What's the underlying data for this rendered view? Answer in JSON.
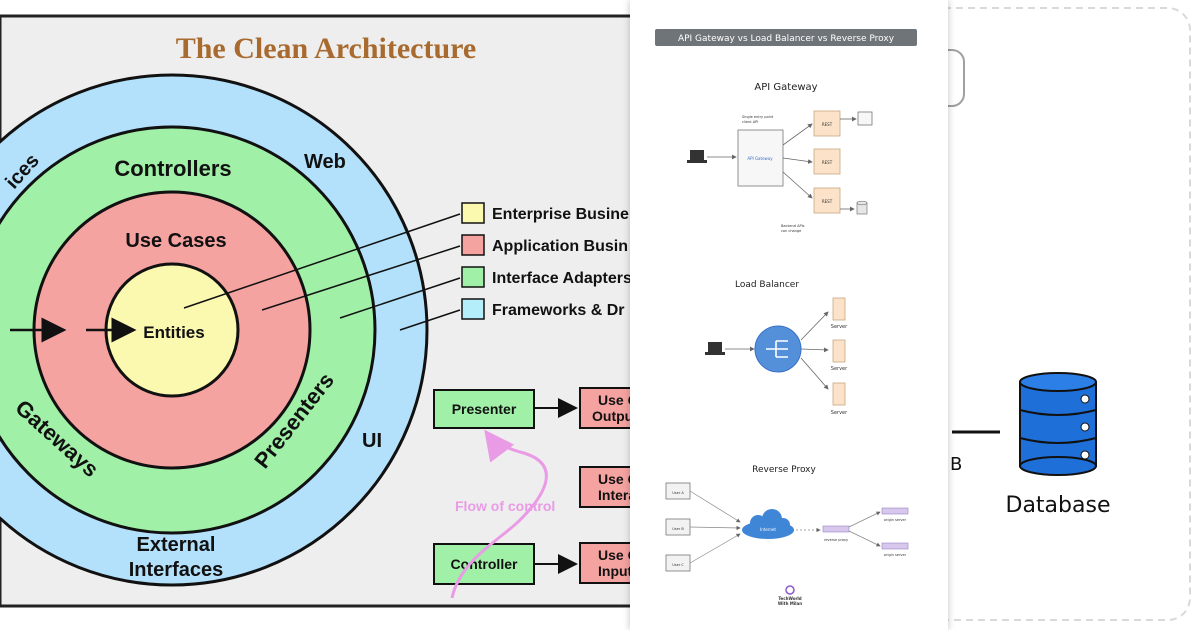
{
  "clean_architecture": {
    "title": "The Clean Architecture",
    "rings": {
      "outer_top_left": "ices",
      "web": "Web",
      "ui": "UI",
      "controllers": "Controllers",
      "gateways": "Gateways",
      "presenters": "Presenters",
      "external_interfaces_line1": "External",
      "external_interfaces_line2": "Interfaces",
      "use_cases": "Use Cases",
      "entities": "Entities"
    },
    "legend": [
      {
        "label": "Enterprise Busine",
        "color": "#fbf8b0"
      },
      {
        "label": "Application Busin",
        "color": "#f5a3a1"
      },
      {
        "label": "Interface Adapters",
        "color": "#a0f0a7"
      },
      {
        "label": "Frameworks & Dr",
        "color": "#b3eefa"
      }
    ],
    "flow": {
      "presenter": "Presenter",
      "controller": "Controller",
      "use_case_output_line1": "Use C",
      "use_case_output_line2": "Outpu",
      "use_case_interactor_line1": "Use C",
      "use_case_interactor_line2": "Intera",
      "use_case_input_line1": "Use C",
      "use_case_input_line2": "Input",
      "flow_of_control": "Flow of control"
    },
    "colors": {
      "entities": "#fbf8b0",
      "use_cases": "#f5a3a1",
      "adapters": "#a0f0a7",
      "frameworks": "#b3e0fa",
      "title": "#a86a2e",
      "flow": "#e99be6"
    }
  },
  "gateway_comparison": {
    "title": "API Gateway vs Load Balancer vs Reverse Proxy",
    "api_gateway": {
      "heading": "API Gateway",
      "entry_note_line1": "Single entry point",
      "entry_note_line2": "client API",
      "gateway_label": "API Gateway",
      "rest_labels": [
        "REST",
        "REST",
        "REST"
      ],
      "backend_note_line1": "Backend APIs",
      "backend_note_line2": "can change"
    },
    "load_balancer": {
      "heading": "Load Balancer",
      "server_labels": [
        "Server",
        "Server",
        "Server"
      ]
    },
    "reverse_proxy": {
      "heading": "Reverse Proxy",
      "user_labels": [
        "User A",
        "User B",
        "User C"
      ],
      "internet_label": "Internet",
      "proxy_label": "reverse proxy",
      "origin_labels": [
        "origin server",
        "origin server"
      ]
    },
    "logo_line1": "TechWorld",
    "logo_line2": "With Milan"
  },
  "database_panel": {
    "db_label": "Database",
    "partial_label": "B"
  }
}
